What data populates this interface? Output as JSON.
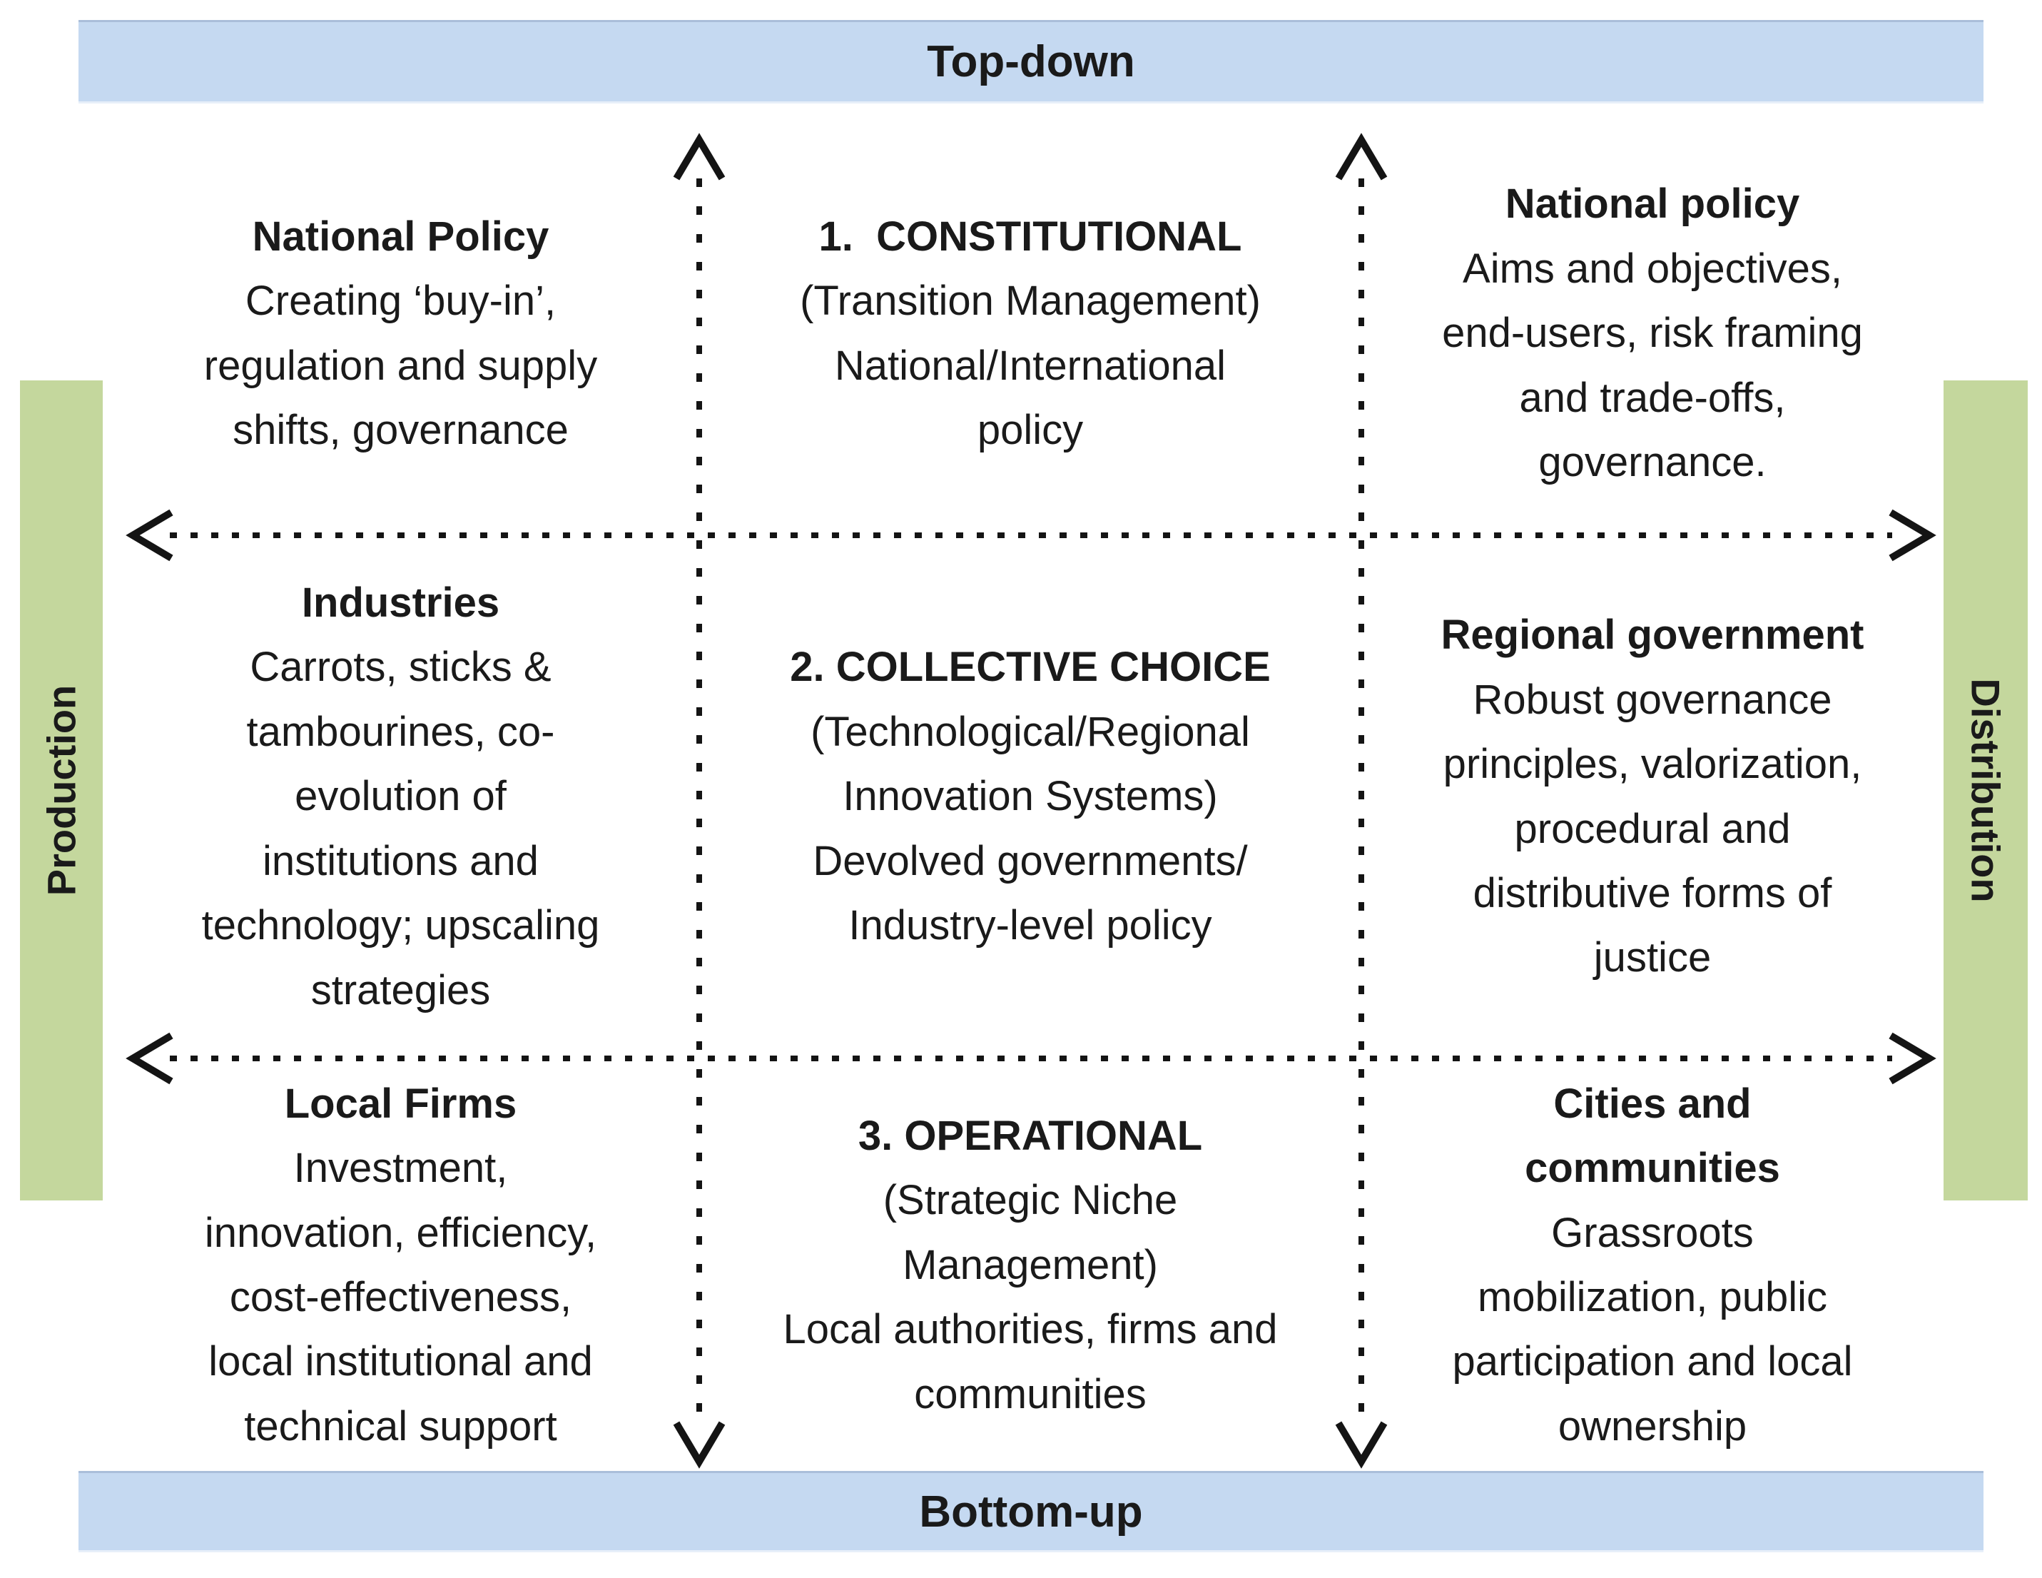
{
  "colors": {
    "band_blue": "#c5d9f1",
    "band_green": "#c4d79d",
    "ink": "#1a1a1a",
    "background": "#ffffff"
  },
  "bands": {
    "top": {
      "label": "Top-down"
    },
    "bottom": {
      "label": "Bottom-up"
    },
    "left": {
      "label": "Production"
    },
    "right": {
      "label": "Distribution"
    }
  },
  "cells": {
    "top_left": {
      "heading": "National Policy",
      "body": "Creating ‘buy-in’,\nregulation and supply\nshifts, governance"
    },
    "top_center": {
      "heading": "1.  CONSTITUTIONAL",
      "body": "(Transition Management)\nNational/International\npolicy"
    },
    "top_right": {
      "heading": "National policy",
      "body": "Aims and objectives,\nend-users, risk framing\nand trade-offs,\ngovernance."
    },
    "mid_left": {
      "heading": "Industries",
      "body": "Carrots, sticks &\ntambourines, co-\nevolution of\ninstitutions and\ntechnology; upscaling\nstrategies"
    },
    "mid_center": {
      "heading": "2. COLLECTIVE CHOICE",
      "body": "(Technological/Regional\nInnovation Systems)\nDevolved governments/\nIndustry-level policy"
    },
    "mid_right": {
      "heading": "Regional government",
      "body": "Robust governance\nprinciples, valorization,\nprocedural and\ndistributive forms of\njustice"
    },
    "bottom_left": {
      "heading": "Local Firms",
      "body": "Investment,\ninnovation, efficiency,\ncost-effectiveness,\nlocal institutional and\ntechnical support"
    },
    "bottom_center": {
      "heading": "3. OPERATIONAL",
      "body": "(Strategic Niche\nManagement)\nLocal authorities, firms and\ncommunities"
    },
    "bottom_right": {
      "heading": "Cities and\ncommunities",
      "body": "Grassroots\nmobilization, public\nparticipation and local\nownership"
    }
  }
}
